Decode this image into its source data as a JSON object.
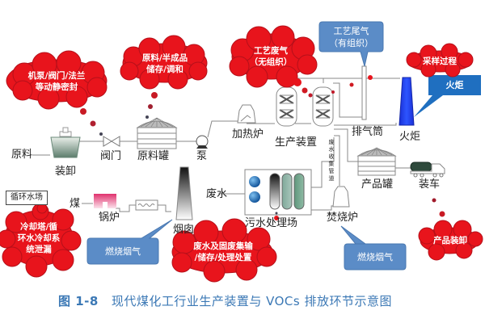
{
  "caption": {
    "figure_no": "图 1-8",
    "title": "现代煤化工行业生产装置与 VOCs 排放环节示意图"
  },
  "equipment": {
    "raw_material": "原料",
    "loading_unloading": "装卸",
    "valve": "阀门",
    "raw_tank": "原料罐",
    "pump": "泵",
    "heating_furnace": "加热炉",
    "production_unit": "生产装置",
    "exhaust_stack": "排气筒",
    "flare": "火炬",
    "product_tank": "产品罐",
    "truck_loading": "装车",
    "wastewater": "废水",
    "wastewater_plant": "污水处理场",
    "incinerator": "焚烧炉",
    "coal": "煤",
    "boiler": "锅炉",
    "chimney": "烟囱",
    "cooling_water_field": "循环水场",
    "wastewater_pipe": "废水收集管道"
  },
  "red_clouds": {
    "pump_valve_seal": [
      "机泵/阀门/法兰",
      "等动静密封"
    ],
    "storage_blend": [
      "原料/半成品",
      "储存/调和"
    ],
    "process_fugitive": [
      "工艺废气",
      "（无组织）"
    ],
    "sampling": [
      "采样过程"
    ],
    "cooling_tower": [
      "冷却塔/循",
      "环水冷却系",
      "统泄漏"
    ],
    "waste_handling": [
      "废水及固废集输",
      "/储存/处理处置"
    ],
    "product_loading": [
      "产品装卸"
    ]
  },
  "blue_callouts": {
    "process_tail_gas": [
      "工艺尾气",
      "（有组织）"
    ],
    "flare": [
      "火炬"
    ],
    "boiler_flue_gas": [
      "燃烧烟气"
    ],
    "incinerator_flue_gas": [
      "燃烧烟气"
    ]
  },
  "colors": {
    "cloud_red": "#e8141c",
    "cloud_edge": "#b5101a",
    "callout_blue": "#5b8cc7",
    "flare_blue": "#1f6fc0",
    "caption_blue": "#3b78b5",
    "dot_red": "#d01a22",
    "line_gray": "#888888"
  }
}
